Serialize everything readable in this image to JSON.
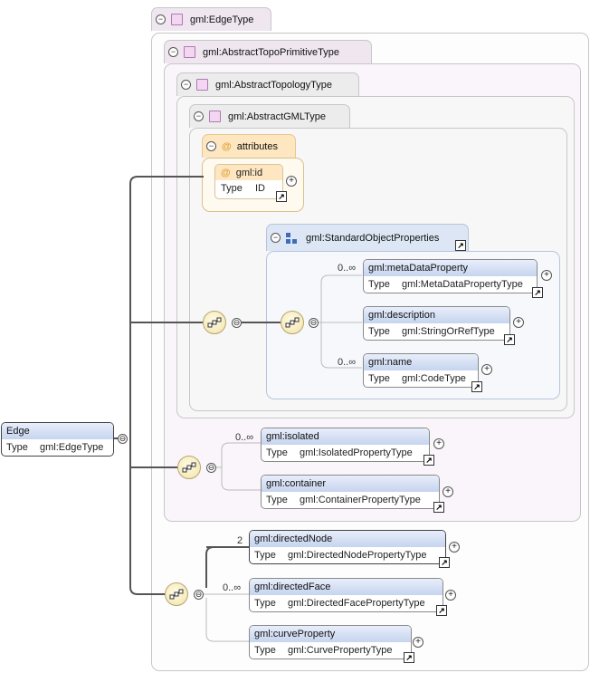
{
  "root": {
    "name": "Edge",
    "type_key": "Type",
    "type_value": "gml:EdgeType"
  },
  "types": {
    "edge": "gml:EdgeType",
    "abstract_topo_primitive": "gml:AbstractTopoPrimitiveType",
    "abstract_topology": "gml:AbstractTopologyType",
    "abstract_gml": "gml:AbstractGMLType"
  },
  "attributes": {
    "title": "attributes",
    "id": {
      "name": "gml:id",
      "type_key": "Type",
      "type_value": "ID"
    }
  },
  "group": {
    "name": "gml:StandardObjectProperties"
  },
  "elements": {
    "metaDataProperty": {
      "name": "gml:metaDataProperty",
      "type_key": "Type",
      "type_value": "gml:MetaDataPropertyType",
      "card": "0..∞"
    },
    "description": {
      "name": "gml:description",
      "type_key": "Type",
      "type_value": "gml:StringOrRefType"
    },
    "name": {
      "name": "gml:name",
      "type_key": "Type",
      "type_value": "gml:CodeType",
      "card": "0..∞"
    },
    "isolated": {
      "name": "gml:isolated",
      "type_key": "Type",
      "type_value": "gml:IsolatedPropertyType",
      "card": "0..∞"
    },
    "container": {
      "name": "gml:container",
      "type_key": "Type",
      "type_value": "gml:ContainerPropertyType"
    },
    "directedNode": {
      "name": "gml:directedNode",
      "type_key": "Type",
      "type_value": "gml:DirectedNodePropertyType",
      "card": "2"
    },
    "directedFace": {
      "name": "gml:directedFace",
      "type_key": "Type",
      "type_value": "gml:DirectedFacePropertyType",
      "card": "0..∞"
    },
    "curveProperty": {
      "name": "gml:curveProperty",
      "type_key": "Type",
      "type_value": "gml:CurvePropertyType"
    }
  },
  "symbols": {
    "collapse": "⊖",
    "expand": "+",
    "at": "@",
    "link": "↗"
  },
  "icons": [
    "type-icon",
    "attribute-icon",
    "group-icon",
    "sequence-compositor-icon",
    "link-arrow-icon",
    "expand-icon",
    "collapse-icon"
  ],
  "colors": {
    "element_header": "#c6d4ee",
    "attribute_header": "#fde6c0",
    "type_header": "#efe6ef",
    "compositor": "#f2e3a8",
    "lines": "#555555"
  }
}
